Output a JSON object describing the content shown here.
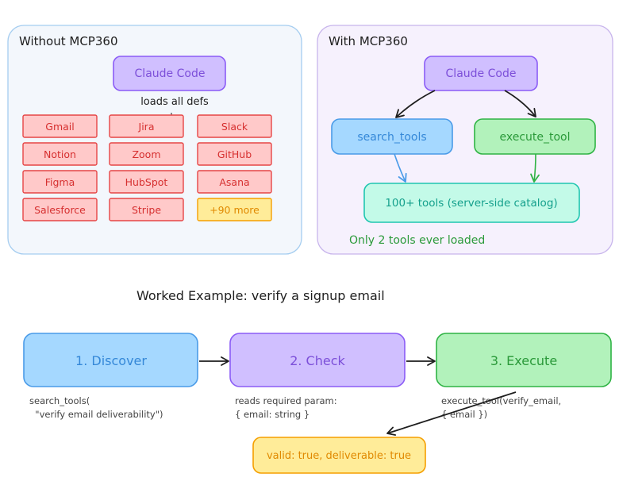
{
  "left_panel": {
    "title": "Without MCP360",
    "client": "Claude Code",
    "edge_label": "loads all defs",
    "tools": [
      "Gmail",
      "Jira",
      "Slack",
      "Notion",
      "Zoom",
      "GitHub",
      "Figma",
      "HubSpot",
      "Asana",
      "Salesforce",
      "Stripe",
      "+90 more"
    ]
  },
  "right_panel": {
    "title": "With MCP360",
    "client": "Claude Code",
    "search_tool": "search_tools",
    "execute_tool": "execute_tool",
    "catalog": "100+ tools (server-side catalog)",
    "note": "Only 2 tools ever loaded"
  },
  "example": {
    "title": "Worked Example: verify a signup email",
    "steps": [
      {
        "label": "1. Discover",
        "detail": [
          "search_tools(",
          "  \"verify email deliverability\")"
        ]
      },
      {
        "label": "2. Check",
        "detail": [
          "reads required param:",
          "{ email: string }"
        ]
      },
      {
        "label": "3. Execute",
        "detail": [
          "execute_tool(verify_email,",
          "{ email })"
        ]
      }
    ],
    "result": "valid: true, deliverable: true"
  },
  "colors": {
    "panel_left_fill": "#f3f7fc",
    "panel_left_stroke": "#a5cdf0",
    "panel_right_fill": "#f6f1fd",
    "panel_right_stroke": "#c8b5ec",
    "purple_fill": "#d0bfff",
    "purple_stroke": "#8b5cf6",
    "purple_text": "#7c4fd9",
    "red_fill": "#ffc9c9",
    "red_stroke": "#e64545",
    "red_text": "#d63030",
    "orange_fill": "#ffec99",
    "orange_stroke": "#f59f00",
    "orange_text": "#e08900",
    "blue_fill": "#a5d8ff",
    "blue_stroke": "#4a9be8",
    "blue_text": "#3588d8",
    "green_fill": "#b2f2bb",
    "green_stroke": "#2fb344",
    "green_text": "#2b9a3a",
    "teal_fill": "#c3fae8",
    "teal_stroke": "#1fc6b0",
    "teal_text": "#14a08c",
    "dark": "#1e1e1e"
  }
}
